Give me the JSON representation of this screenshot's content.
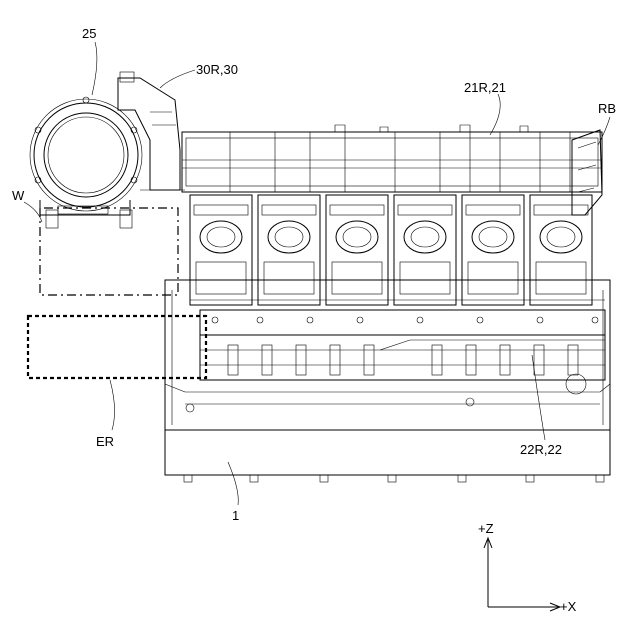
{
  "labels": {
    "turbo": "25",
    "duct": "30R,30",
    "head_cover": "21R,21",
    "rb": "RB",
    "w": "W",
    "er": "ER",
    "manifold": "22R,22",
    "block": "1"
  },
  "axes": {
    "z": "+Z",
    "x": "+X"
  }
}
